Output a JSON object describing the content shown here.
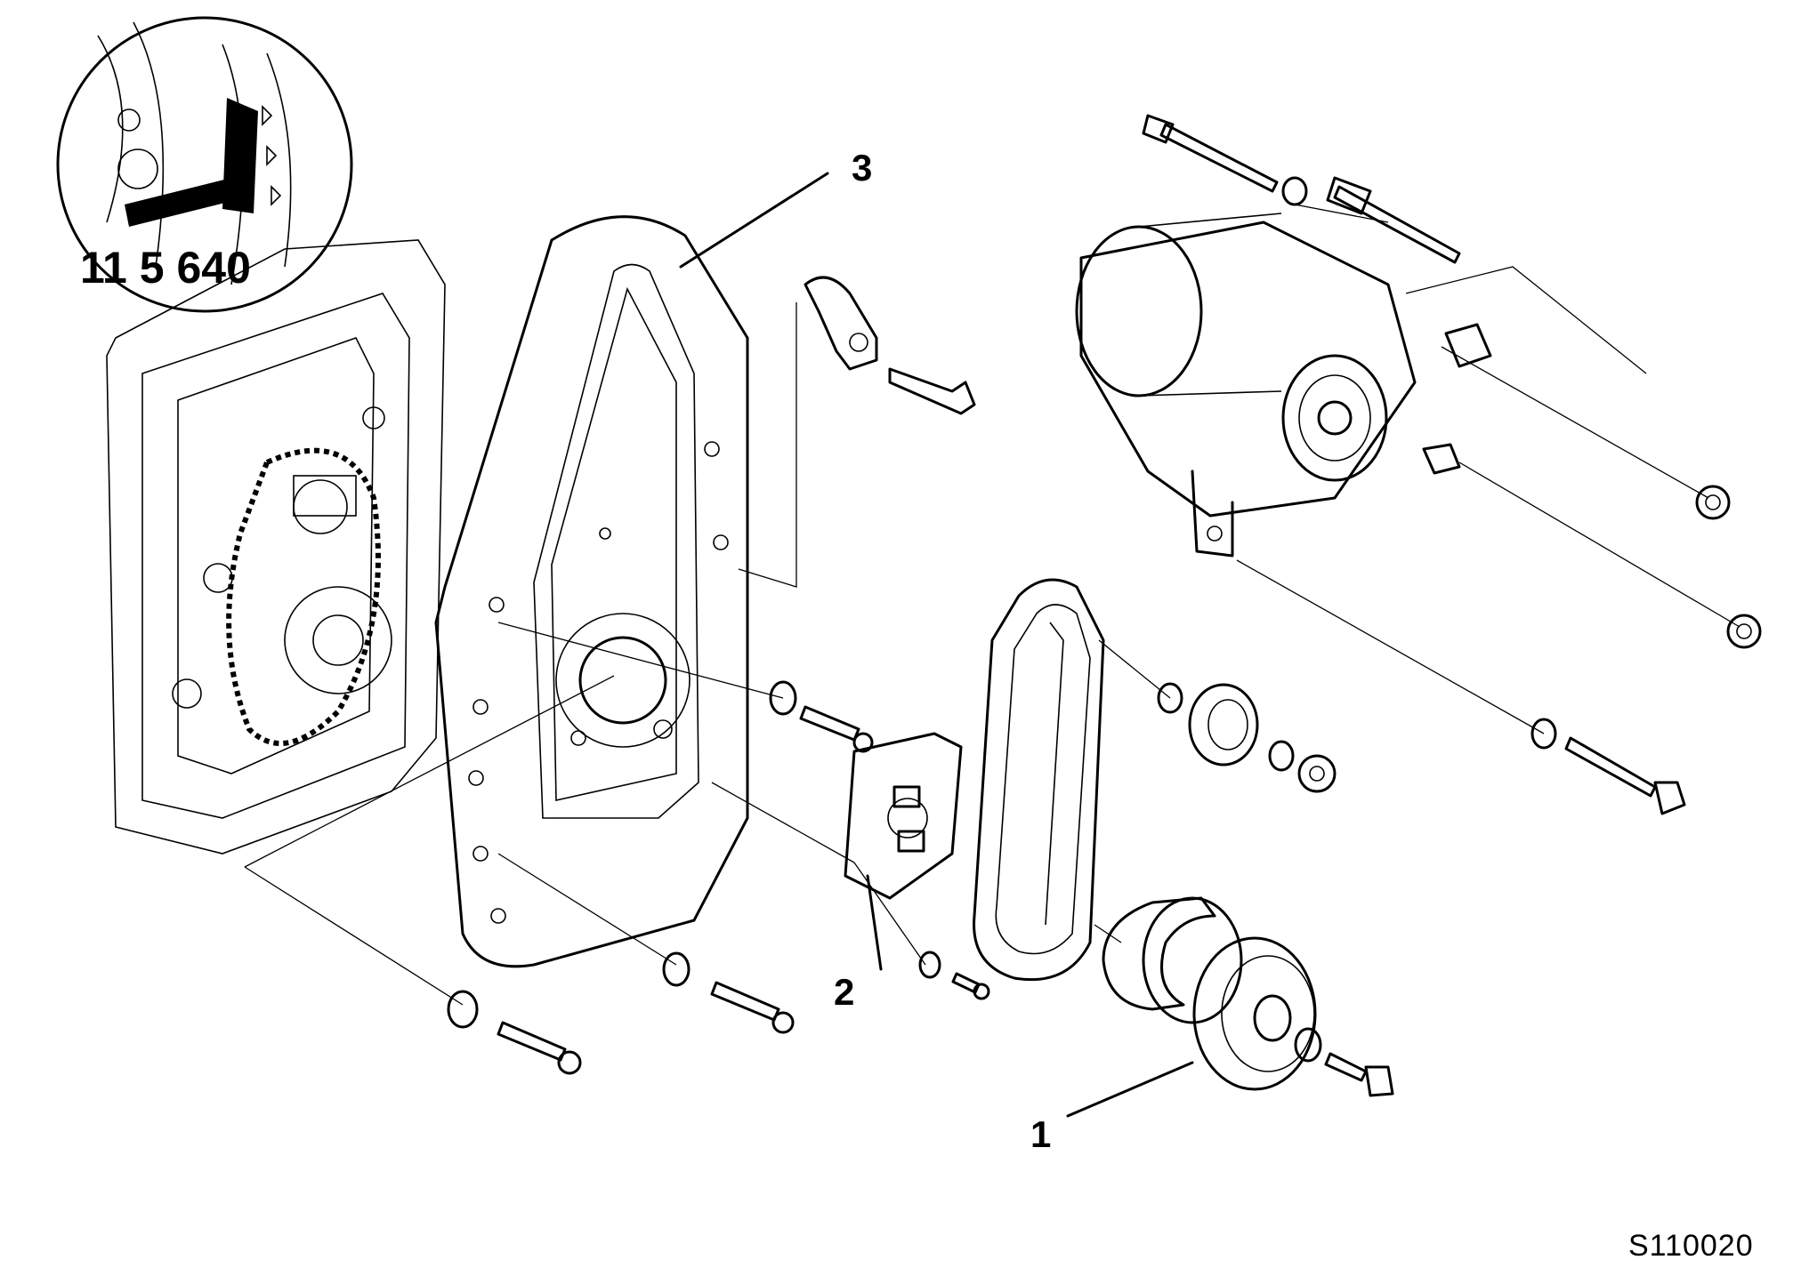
{
  "diagram": {
    "callouts": [
      {
        "id": "callout-1",
        "label": "1"
      },
      {
        "id": "callout-2",
        "label": "2"
      },
      {
        "id": "callout-3",
        "label": "3"
      }
    ],
    "tool_number": "11 5 640",
    "drawing_code": "S110020"
  }
}
